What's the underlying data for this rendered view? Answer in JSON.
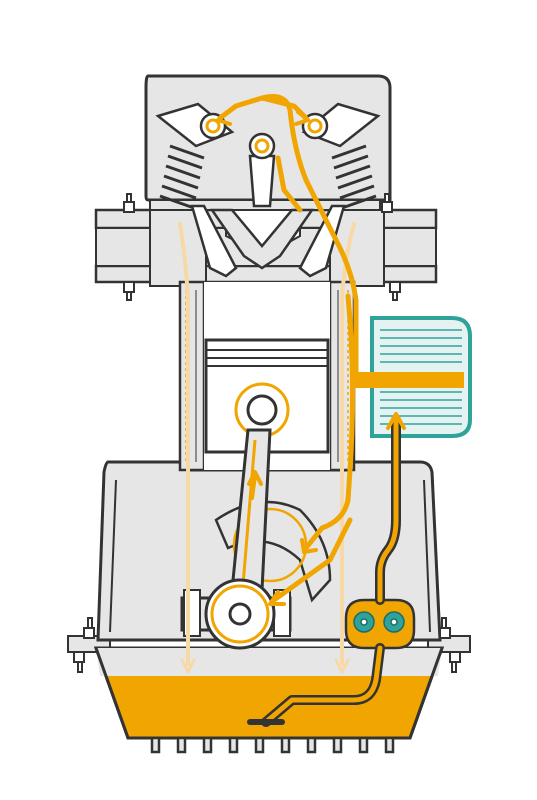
{
  "diagram": {
    "subject": "engine-lubrication-cutaway",
    "colors": {
      "background": "#ffffff",
      "body": "#e6e6e6",
      "outline": "#333333",
      "oil": "#f0a500",
      "oil_light": "#f6d9a6",
      "filter": "#2fa39a",
      "filter_fill": "#e4f2f1"
    },
    "components": [
      {
        "id": "cylinder-head",
        "icon": "cylinder-head-icon"
      },
      {
        "id": "camshaft",
        "icon": "cam-icon"
      },
      {
        "id": "valve-springs",
        "icon": "spring-icon"
      },
      {
        "id": "intake-exhaust-valves",
        "icon": "valve-icon"
      },
      {
        "id": "piston",
        "icon": "piston-icon"
      },
      {
        "id": "connecting-rod",
        "icon": "rod-icon"
      },
      {
        "id": "crankshaft",
        "icon": "crank-icon"
      },
      {
        "id": "oil-filter",
        "icon": "filter-icon"
      },
      {
        "id": "oil-pump",
        "icon": "gear-pump-icon"
      },
      {
        "id": "oil-pickup",
        "icon": "pickup-icon"
      },
      {
        "id": "oil-sump",
        "icon": "sump-icon"
      }
    ]
  }
}
